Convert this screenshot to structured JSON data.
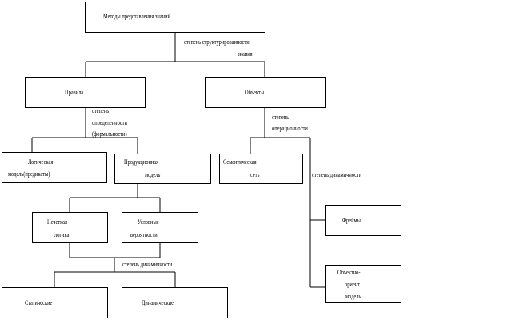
{
  "nodes": {
    "root": "Методы представления знаний",
    "rules": "Правила",
    "objects": "Объекты",
    "logic_model": [
      "Логическая",
      "модель(предикаты)"
    ],
    "production_model": [
      "Продукционная",
      "модель"
    ],
    "semantic_net": [
      "Семантическая",
      "сеть"
    ],
    "frames": "Фреймы",
    "oo_model": [
      "Объектно-",
      "ориент",
      "модель"
    ],
    "fuzzy_logic": [
      "Нечеткая",
      "логика"
    ],
    "conditional_prob": [
      "Условные",
      "вероятности"
    ],
    "static": "Статические",
    "dynamic": "Динамические"
  },
  "edge_labels": {
    "structuredness": [
      "степень структурированности",
      "знания"
    ],
    "definiteness": [
      "степень",
      "определенности",
      "(формальности)"
    ],
    "operationality": [
      "степень",
      "операционности"
    ],
    "dynamism_objects": "степень динамичности",
    "dynamism_production": "степень динамичности"
  }
}
